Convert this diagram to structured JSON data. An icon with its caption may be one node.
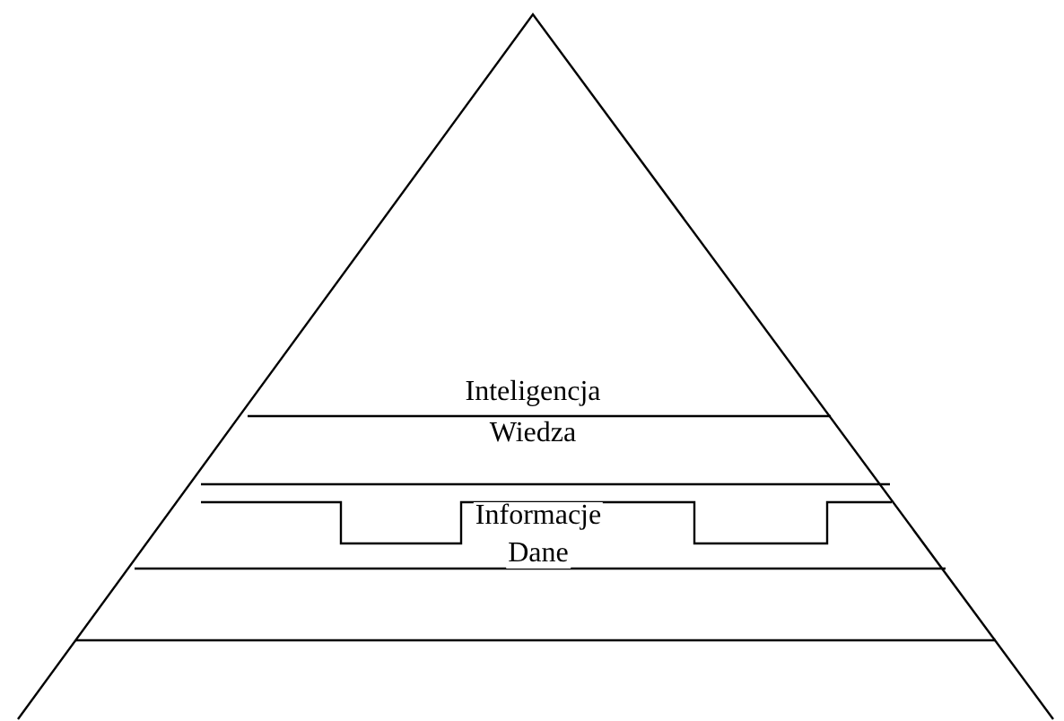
{
  "diagram": {
    "labels": [
      "Inteligencja",
      "Wiedza",
      "Informacje",
      "Dane"
    ]
  }
}
